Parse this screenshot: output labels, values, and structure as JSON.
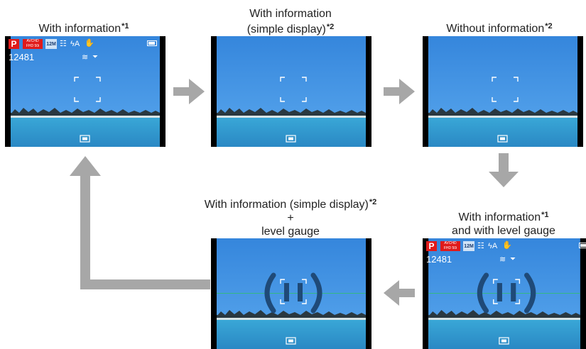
{
  "captions": {
    "with_info": {
      "text": "With information",
      "mark": "*1"
    },
    "simple_line1": "With information",
    "simple_line2": {
      "text": "(simple display)",
      "mark": "*2"
    },
    "without_info": {
      "text": "Without information",
      "mark": "*2"
    },
    "info_level_line1": {
      "text": "With information",
      "mark": "*1"
    },
    "info_level_line2": "and with level gauge",
    "simple_level_line1": {
      "text": "With information (simple display)",
      "mark": "*2"
    },
    "simple_level_plus": "+",
    "simple_level_line3": "level gauge"
  },
  "osd": {
    "mode": "P",
    "recording_format": "AVCHD",
    "recording_quality": "FHD 50i",
    "picture_size": "12M",
    "remaining_shots": "12481",
    "flash": "ϟA"
  },
  "colors": {
    "arrow": "#a7a7a7",
    "sky": "#3f8fe0",
    "sea": "#3aa6d6",
    "mode_badge": "#e01a1a",
    "level_gauge": "#1f4a78"
  }
}
